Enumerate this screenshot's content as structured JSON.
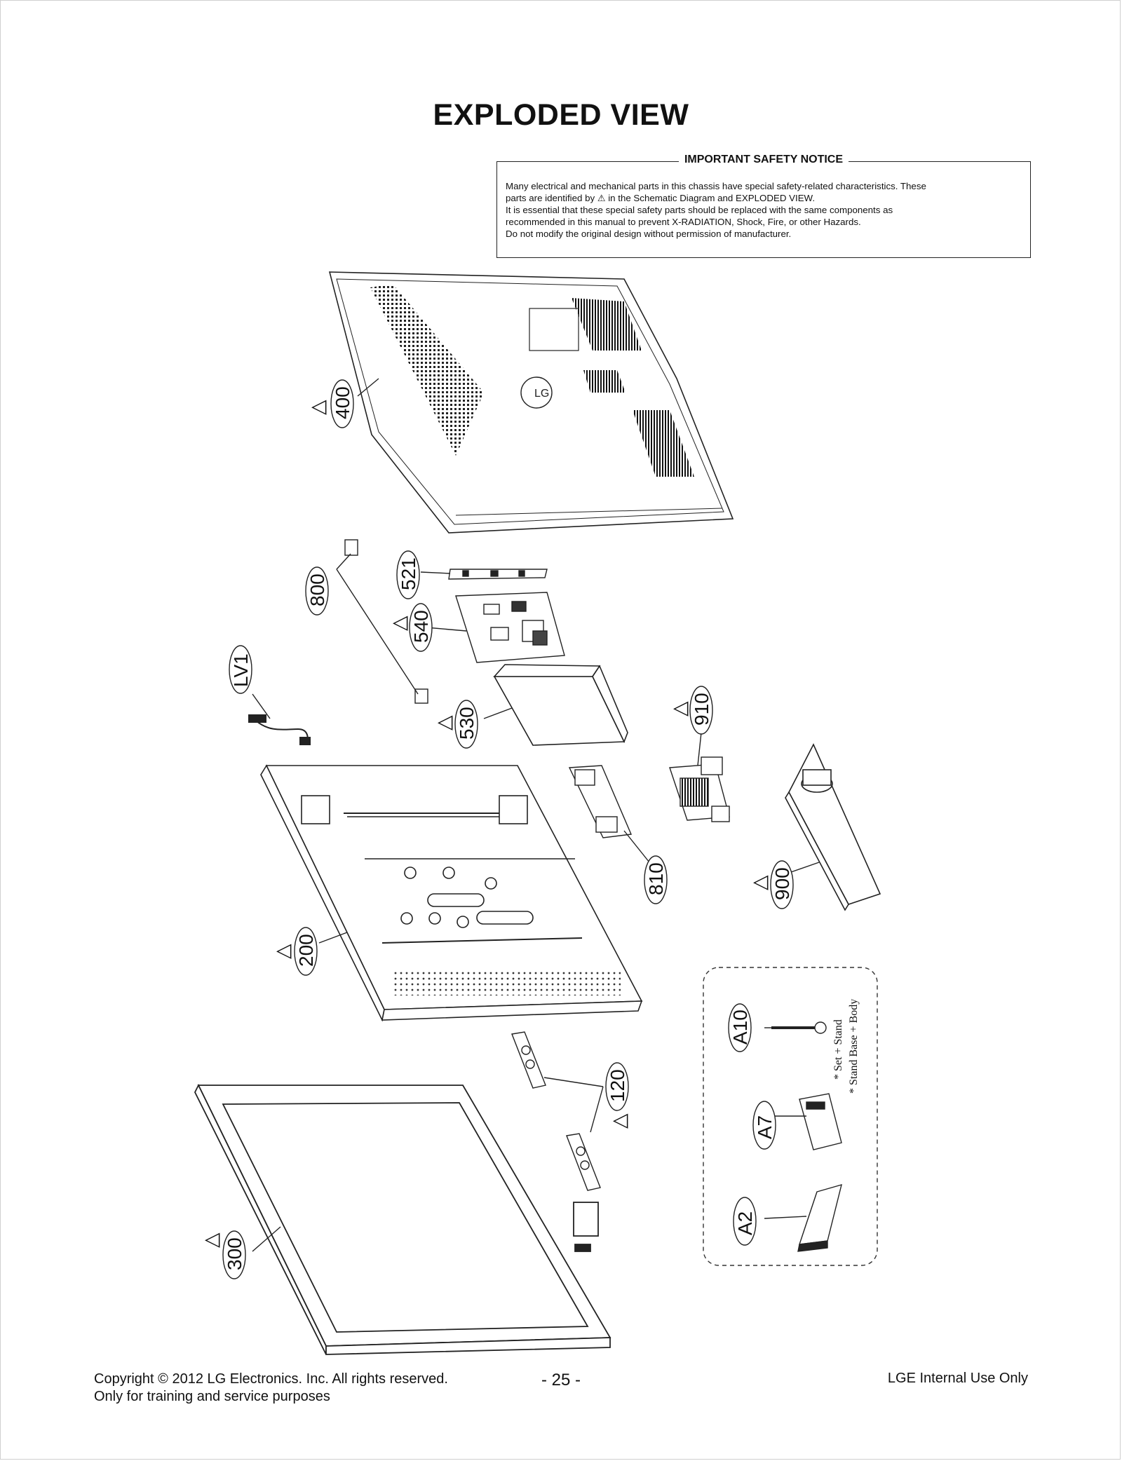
{
  "page_title": "EXPLODED VIEW",
  "notice": {
    "heading": "IMPORTANT SAFETY NOTICE",
    "line1": "Many electrical and mechanical parts in this chassis have special safety-related characteristics. These",
    "line2a": "parts are identified by",
    "line2b": "in the Schematic Diagram and EXPLODED VIEW.",
    "line3": "It is essential that these special safety parts should be replaced with the same components as",
    "line4": "recommended in this manual to prevent X-RADIATION, Shock, Fire, or other Hazards.",
    "line5": "Do not modify the original design without permission of manufacturer."
  },
  "parts": {
    "p400": "400",
    "p521": "521",
    "p800": "800",
    "p540": "540",
    "lv1": "LV1",
    "p530": "530",
    "p910": "910",
    "p810": "810",
    "p900": "900",
    "p200": "200",
    "p120": "120",
    "p300": "300",
    "a10": "A10",
    "a7": "A7",
    "a2": "A2"
  },
  "accessory_notes": {
    "note1": "* Set + Stand",
    "note2": "* Stand Base + Body"
  },
  "footer": {
    "copyright": "Copyright  © 2012  LG Electronics. Inc. All rights reserved.",
    "purpose": "Only for training and service purposes",
    "page_number": "- 25 -",
    "internal": "LGE Internal Use Only"
  }
}
